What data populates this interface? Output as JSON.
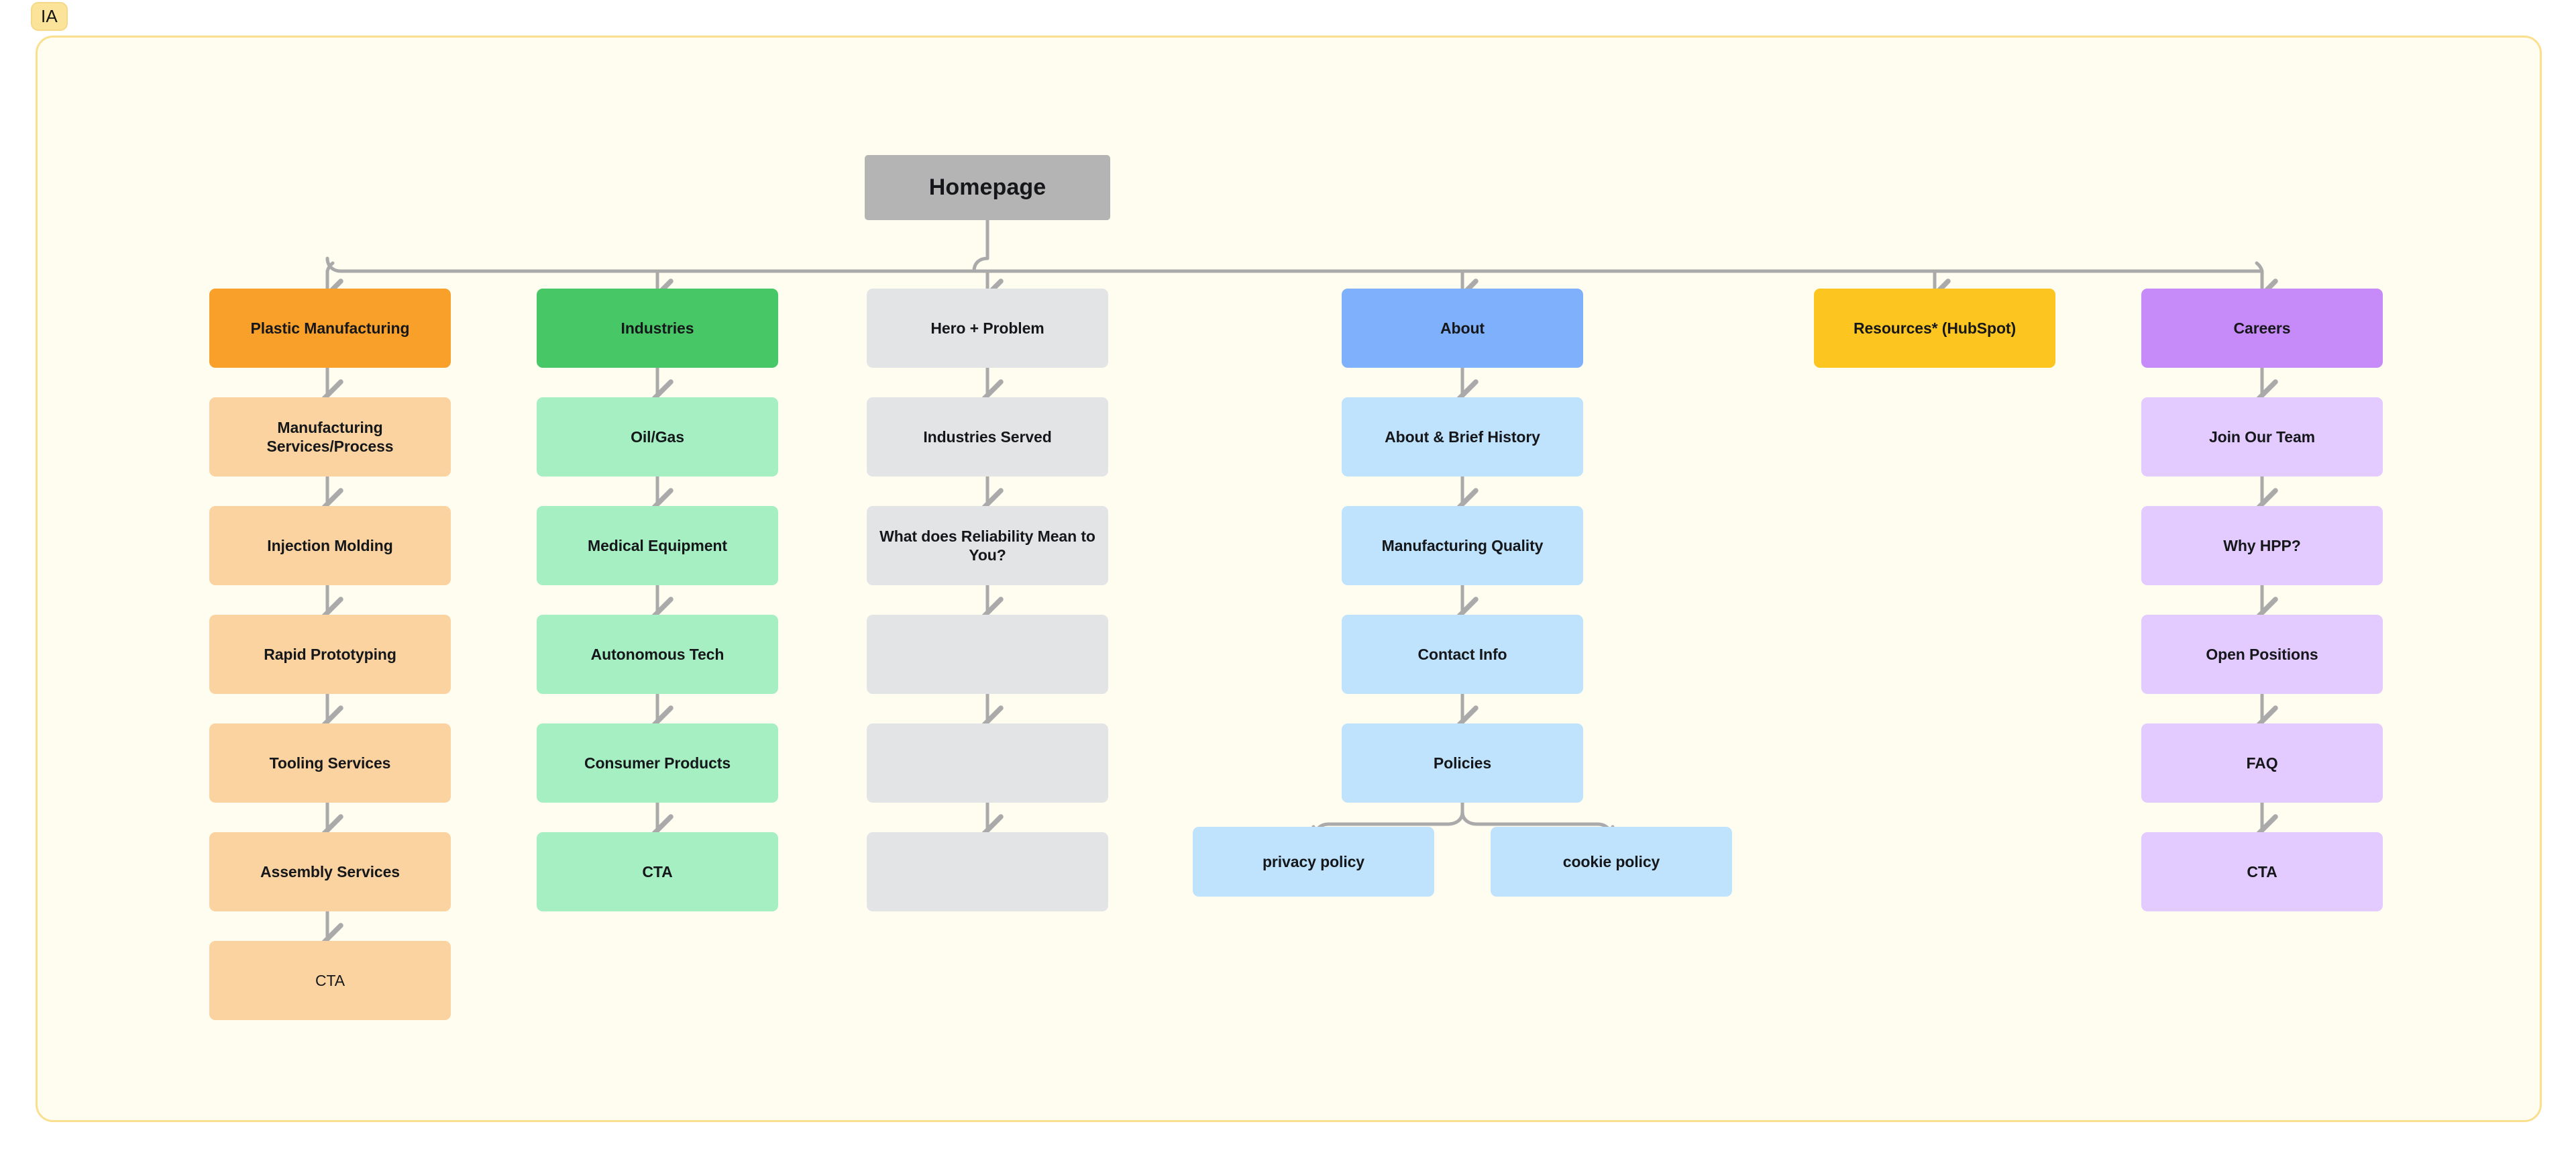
{
  "page": {
    "tag_label": "IA",
    "canvas_bg": "#fffdf0",
    "frame_border": "#fadf8f"
  },
  "palette": {
    "root_fill": "#b4b4b4",
    "orange_head": "#f9a02b",
    "orange_child": "#fad3a0",
    "green_head": "#48c766",
    "green_child": "#a5efc3",
    "gray_head": "#e3e4e6",
    "gray_child": "#e3e4e6",
    "blue_head": "#7fb0fb",
    "blue_child": "#bfe3fd",
    "yellow_head": "#fcc51f",
    "purple_head": "#c68bf9",
    "purple_child": "#e3caff",
    "edge_stroke": "#aaaaaa",
    "text": "#15171a"
  },
  "root": {
    "label": "Homepage"
  },
  "columns": [
    {
      "key": "plastic-manufacturing",
      "head": "Plastic Manufacturing",
      "head_fill": "#f9a02b",
      "child_fill": "#fad3a0",
      "items": [
        {
          "label": "Manufacturing Services/Process",
          "bold": true
        },
        {
          "label": "Injection Molding",
          "bold": true
        },
        {
          "label": "Rapid Prototyping",
          "bold": true
        },
        {
          "label": "Tooling Services",
          "bold": true
        },
        {
          "label": "Assembly Services",
          "bold": true
        },
        {
          "label": "CTA",
          "bold": false
        }
      ]
    },
    {
      "key": "industries",
      "head": "Industries",
      "head_fill": "#48c766",
      "child_fill": "#a5efc3",
      "items": [
        {
          "label": "Oil/Gas",
          "bold": true
        },
        {
          "label": "Medical Equipment",
          "bold": true
        },
        {
          "label": "Autonomous Tech",
          "bold": true
        },
        {
          "label": "Consumer Products",
          "bold": true
        },
        {
          "label": "CTA",
          "bold": true
        }
      ]
    },
    {
      "key": "hero-problem",
      "head": "Hero + Problem",
      "head_fill": "#e3e4e6",
      "child_fill": "#e3e4e6",
      "items": [
        {
          "label": "Industries Served",
          "bold": true
        },
        {
          "label": "What does Reliability Mean to You?",
          "bold": true
        },
        {
          "label": "",
          "bold": true
        },
        {
          "label": "",
          "bold": true
        },
        {
          "label": "",
          "bold": true
        }
      ]
    },
    {
      "key": "about",
      "head": "About",
      "head_fill": "#7fb0fb",
      "child_fill": "#bfe3fd",
      "items": [
        {
          "label": "About & Brief History",
          "bold": true
        },
        {
          "label": "Manufacturing Quality",
          "bold": true
        },
        {
          "label": "Contact Info",
          "bold": true
        },
        {
          "label": "Policies",
          "bold": true
        }
      ]
    },
    {
      "key": "resources",
      "head": "Resources* (HubSpot)",
      "head_fill": "#fcc51f",
      "child_fill": "#fcc51f",
      "items": []
    },
    {
      "key": "careers",
      "head": "Careers",
      "head_fill": "#c68bf9",
      "child_fill": "#e3caff",
      "items": [
        {
          "label": "Join Our Team",
          "bold": true
        },
        {
          "label": "Why HPP?",
          "bold": true
        },
        {
          "label": "Open Positions",
          "bold": true
        },
        {
          "label": "FAQ",
          "bold": true
        },
        {
          "label": "CTA",
          "bold": true
        }
      ]
    }
  ],
  "policy_children": [
    {
      "key": "privacy-policy",
      "label": "privacy policy",
      "fill": "#bfe3fd"
    },
    {
      "key": "cookie-policy",
      "label": "cookie policy",
      "fill": "#bfe3fd"
    }
  ]
}
